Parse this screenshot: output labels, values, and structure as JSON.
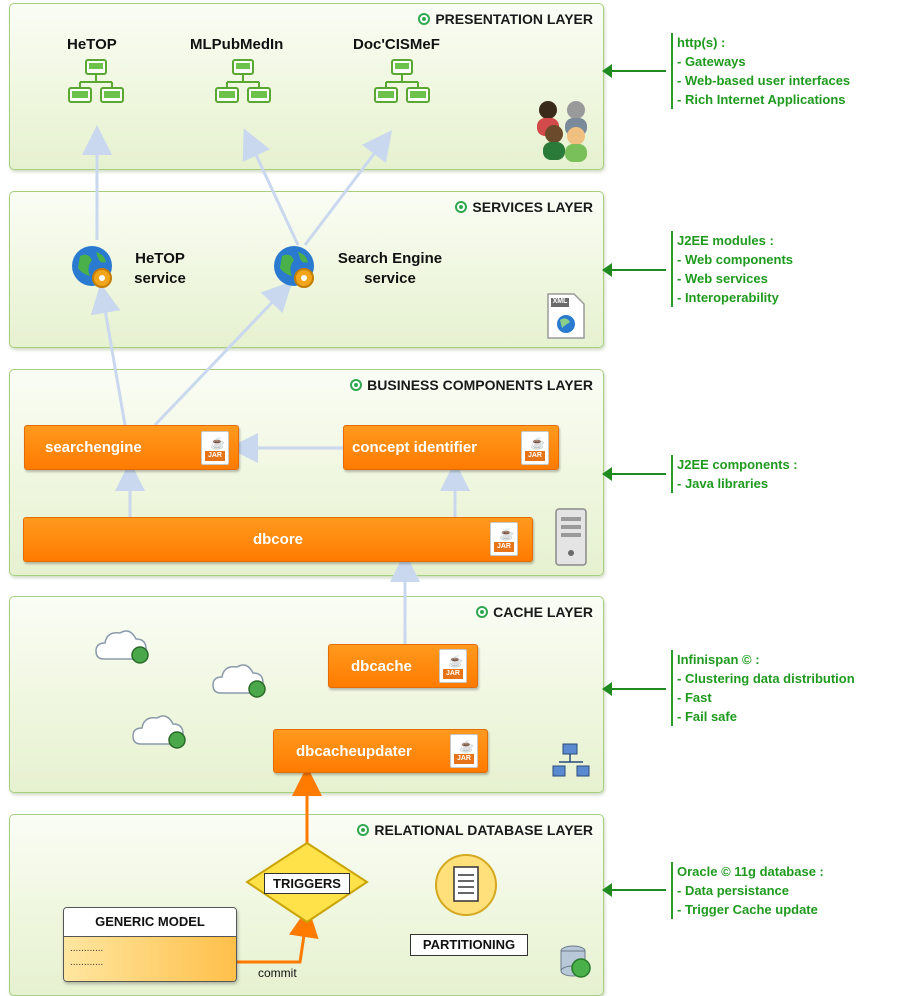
{
  "layers": {
    "presentation": "PRESENTATION LAYER",
    "services": "SERVICES LAYER",
    "business": "BUSINESS COMPONENTS LAYER",
    "cache": "CACHE LAYER",
    "database": "RELATIONAL DATABASE LAYER"
  },
  "apps": [
    "HeTOP",
    "MLPubMedIn",
    "Doc'CISMeF"
  ],
  "services": {
    "hetop_line1": "HeTOP",
    "hetop_line2": "service",
    "search_line1": "Search Engine",
    "search_line2": "service",
    "xml_label": "XML"
  },
  "components": {
    "searchengine": "searchengine",
    "concept_identifier": "concept identifier",
    "dbcore": "dbcore",
    "dbcache": "dbcache",
    "dbcacheupdater": "dbcacheupdater",
    "jar_label": "JAR"
  },
  "database": {
    "triggers": "TRIGGERS",
    "partitioning": "PARTITIONING",
    "generic_model": "GENERIC MODEL",
    "model_line1": "............",
    "model_line2": "............",
    "commit": "commit"
  },
  "notes": [
    {
      "title": "http(s)  :",
      "lines": [
        "- Gateways",
        "- Web-based user interfaces",
        "- Rich Internet Applications"
      ]
    },
    {
      "title": "J2EE modules :",
      "lines": [
        " - Web components",
        " - Web services",
        " - Interoperability"
      ]
    },
    {
      "title": "J2EE components :",
      "lines": [
        "- Java libraries"
      ]
    },
    {
      "title": "Infinispan © :",
      "lines": [
        " - Clustering data distribution",
        " - Fast",
        " - Fail safe"
      ]
    },
    {
      "title": "Oracle © 11g database :",
      "lines": [
        "  -  Data persistance",
        "  - Trigger Cache update"
      ]
    }
  ],
  "icons": {
    "app": "network-app-icon",
    "users": "users-group-icon",
    "globe": "globe-gear-icon",
    "xml": "xml-file-icon",
    "server": "server-icon",
    "cloud": "cloud-sync-icon",
    "network": "network-topology-icon",
    "db": "database-sync-icon",
    "doc": "document-icon",
    "jar": "java-jar-icon"
  },
  "colors": {
    "accent_orange": "#ff7b00",
    "layer_border": "#a6cf80",
    "note_green": "#1f9a1f",
    "connector": "#c9d8ee"
  }
}
